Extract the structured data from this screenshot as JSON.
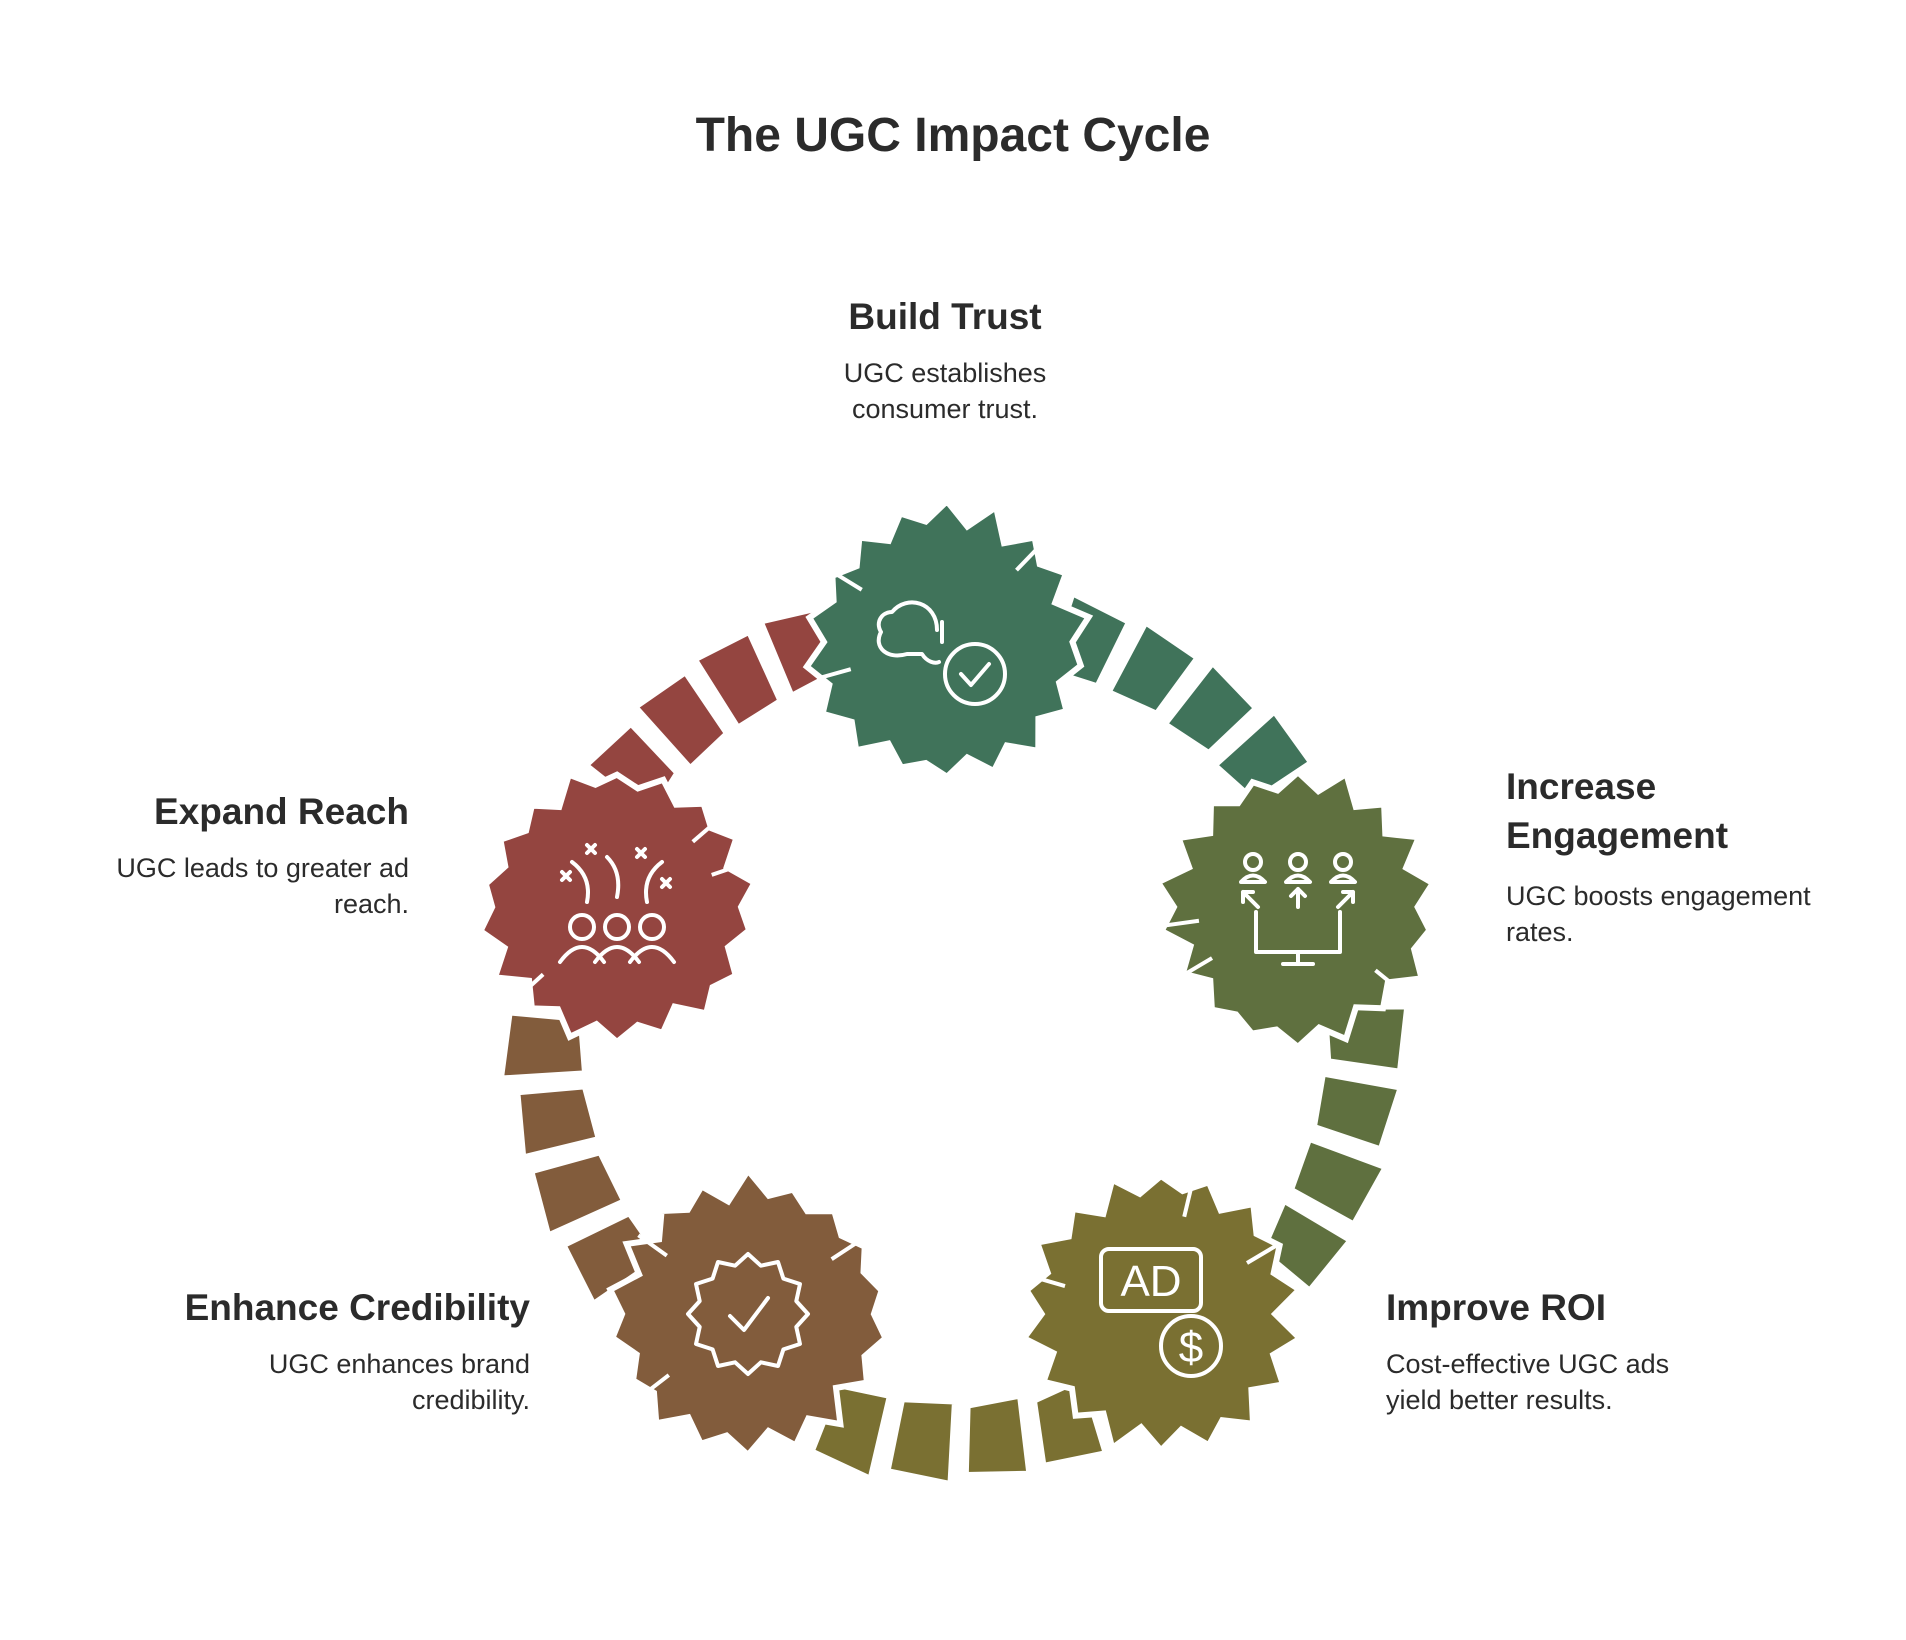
{
  "title": "The UGC Impact Cycle",
  "steps": [
    {
      "id": "build-trust",
      "title": "Build Trust",
      "description": "UGC establishes consumer trust.",
      "desc_lines": [
        "UGC establishes",
        "consumer trust."
      ],
      "color": "#40735a",
      "icon": "head-checkmark-icon"
    },
    {
      "id": "increase-engagement",
      "title_lines": [
        "Increase",
        "Engagement"
      ],
      "title": "Increase Engagement",
      "description": "UGC boosts engagement rates.",
      "desc_lines": [
        "UGC boosts engagement",
        "rates."
      ],
      "color": "#5f703f",
      "icon": "audience-monitor-icon"
    },
    {
      "id": "improve-roi",
      "title": "Improve ROI",
      "description": "Cost-effective UGC ads yield better results.",
      "desc_lines": [
        "Cost-effective UGC ads",
        "yield better results."
      ],
      "color": "#7a7032",
      "icon": "ad-dollar-icon"
    },
    {
      "id": "enhance-credibility",
      "title": "Enhance Credibility",
      "description": "UGC enhances brand credibility.",
      "desc_lines": [
        "UGC enhances brand",
        "credibility."
      ],
      "color": "#825c3c",
      "icon": "badge-check-icon"
    },
    {
      "id": "expand-reach",
      "title": "Expand Reach",
      "description": "UGC leads to greater ad reach.",
      "desc_lines": [
        "UGC leads to greater ad",
        "reach."
      ],
      "color": "#944540",
      "icon": "group-celebration-icon"
    }
  ]
}
